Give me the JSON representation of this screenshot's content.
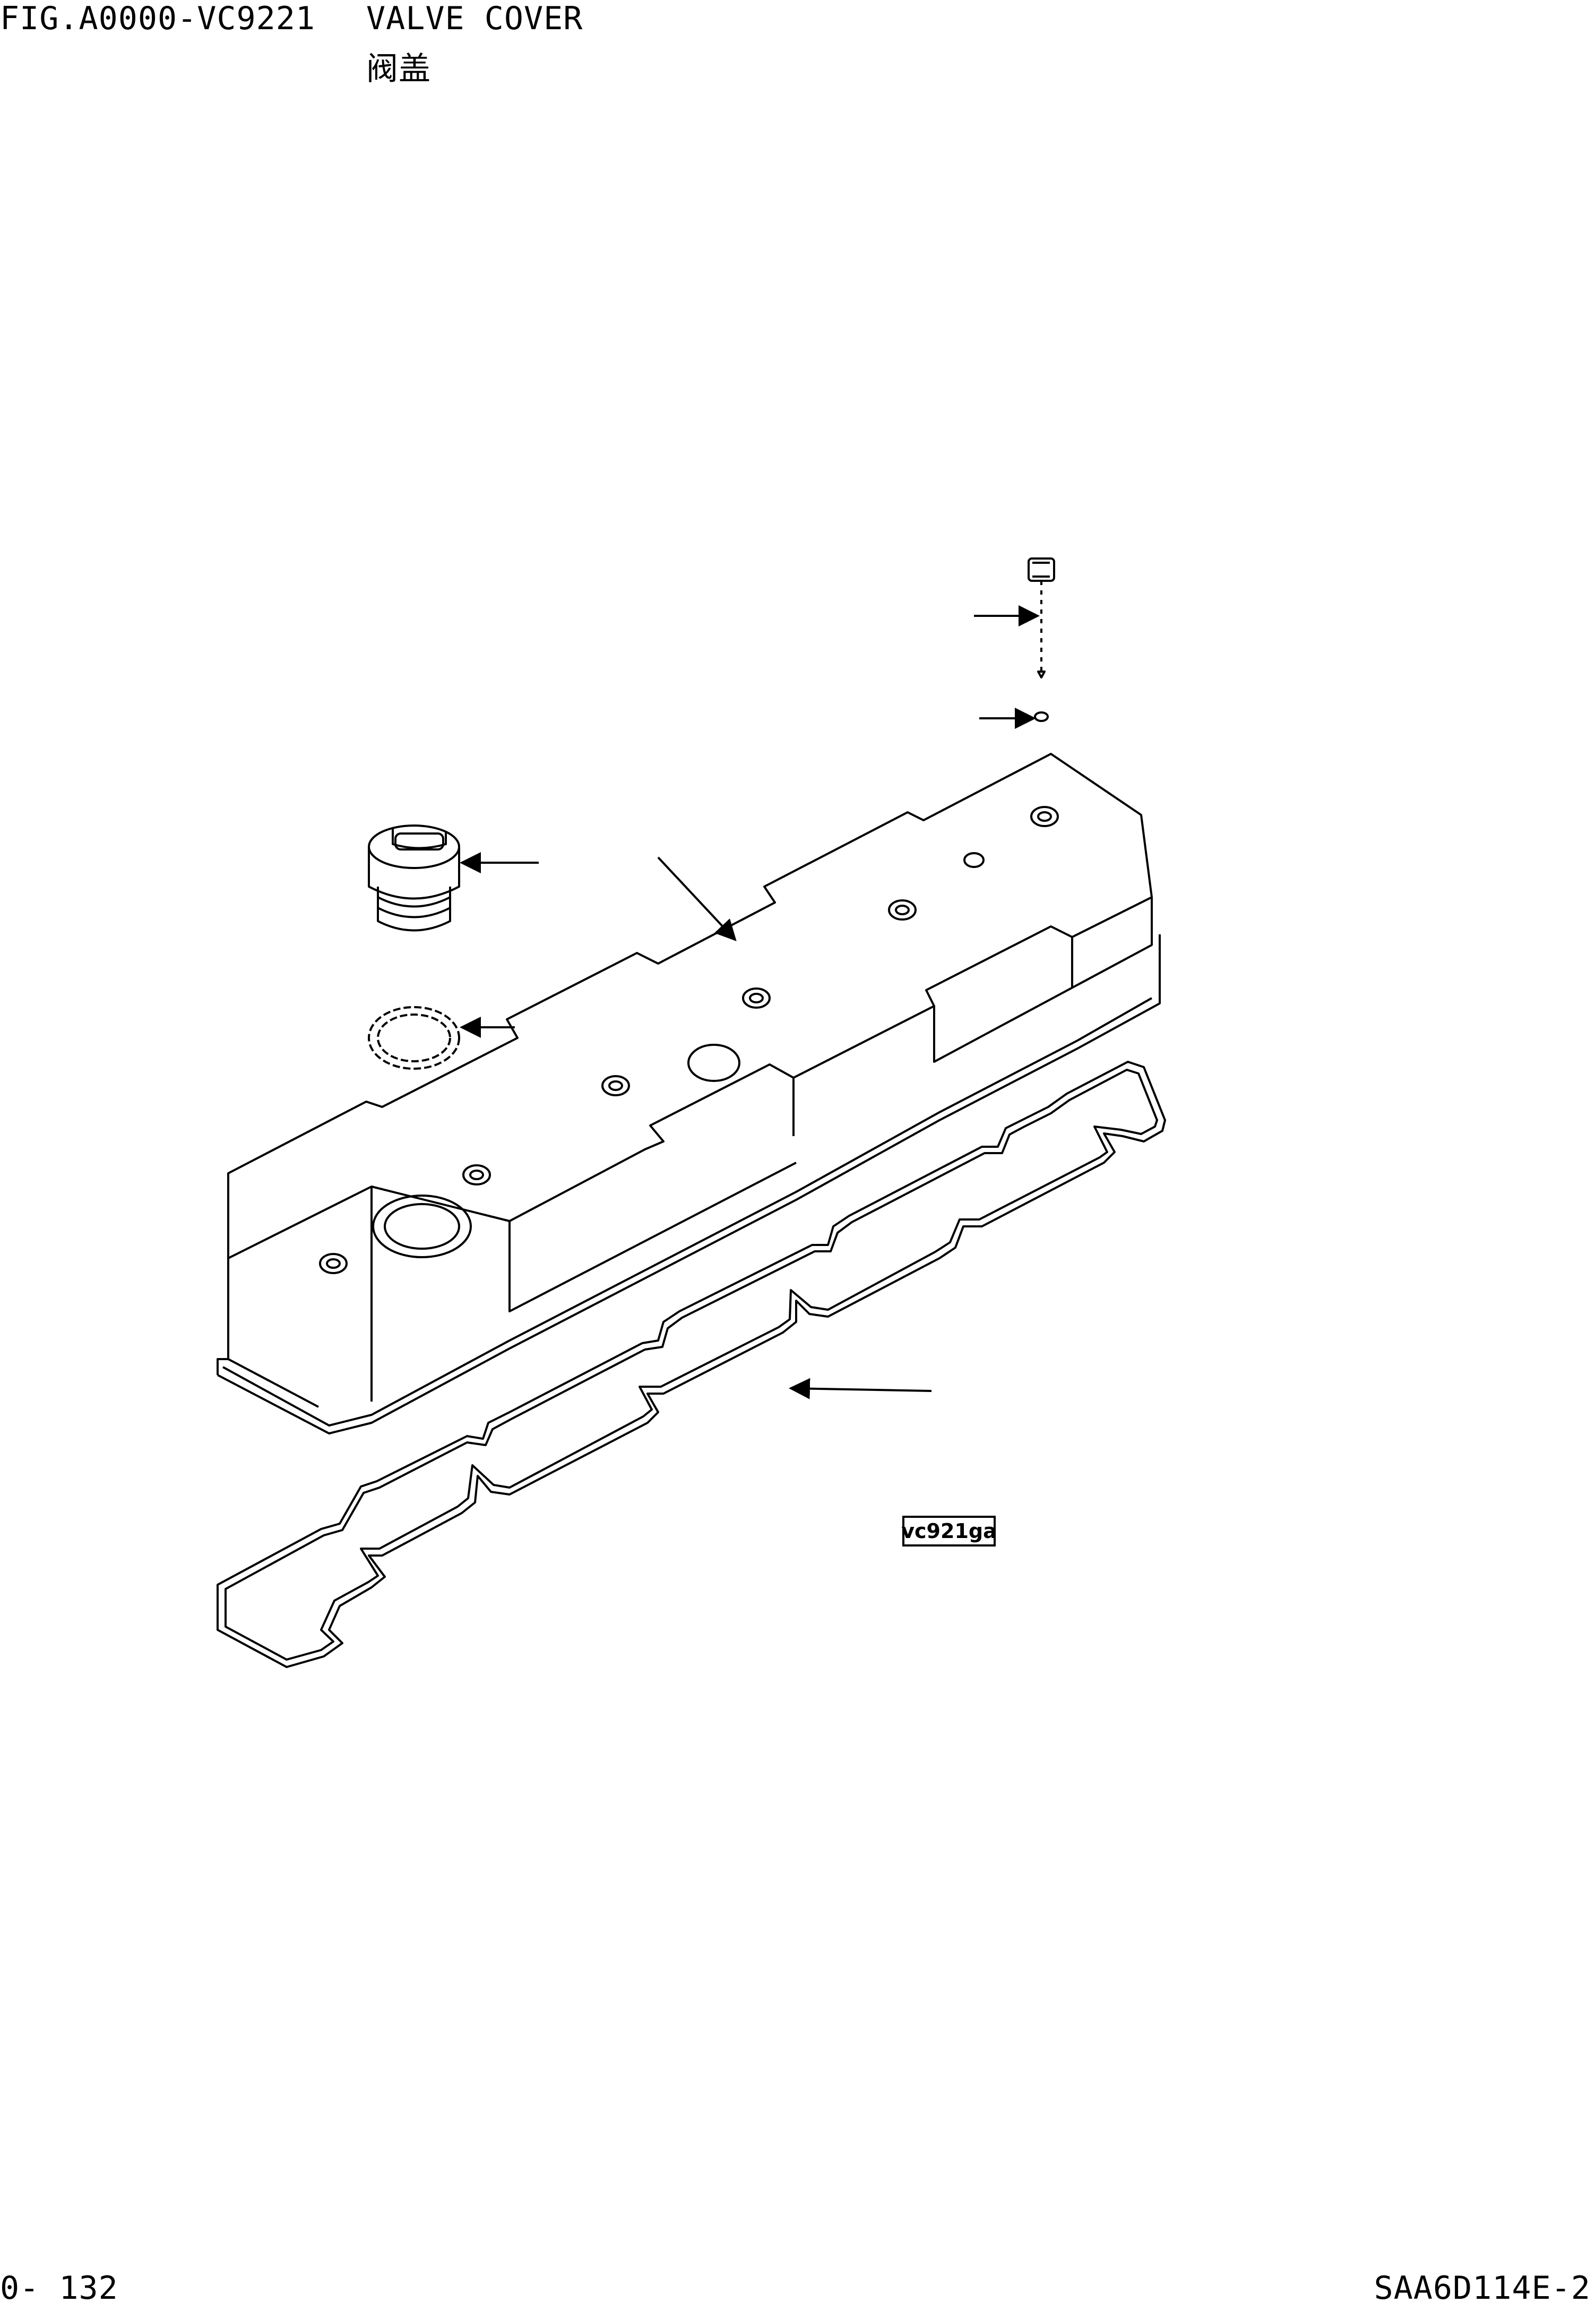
{
  "header": {
    "figure_id": "FIG.A0000-VC9221",
    "title_en": "VALVE COVER",
    "title_cn": "阀盖"
  },
  "diagram": {
    "reference_tag": "vc921ga",
    "parts": [
      {
        "name": "bolt"
      },
      {
        "name": "washer"
      },
      {
        "name": "oil-filler-cap"
      },
      {
        "name": "o-ring"
      },
      {
        "name": "valve-cover"
      },
      {
        "name": "gasket"
      }
    ]
  },
  "footer": {
    "page_number": "0- 132",
    "model_code": "SAA6D114E-2"
  }
}
